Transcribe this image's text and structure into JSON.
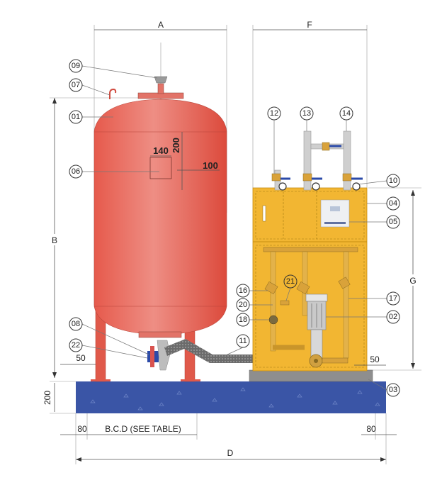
{
  "dimensions": {
    "A": "A",
    "B": "B",
    "D": "D",
    "F": "F",
    "G": "G",
    "left_clearance": "50",
    "right_clearance": "50",
    "left_margin": "80",
    "right_margin": "80",
    "foundation_height": "200",
    "opening_width": "140",
    "opening_offset_top": "200",
    "opening_offset_side": "100",
    "bcd": "B.C.D (SEE TABLE)"
  },
  "callouts": {
    "c01": "01",
    "c02": "02",
    "c03": "03",
    "c04": "04",
    "c05": "05",
    "c06": "06",
    "c07": "07",
    "c08": "08",
    "c09": "09",
    "c10": "10",
    "c11": "11",
    "c12": "12",
    "c13": "13",
    "c14": "14",
    "c16": "16",
    "c17": "17",
    "c18": "18",
    "c20": "20",
    "c21": "21",
    "c22": "22"
  },
  "colors": {
    "tank": "#e8564a",
    "cabinet": "#f2b632",
    "foundation": "#3a55a6",
    "callout_highlight": "#f2b632"
  }
}
